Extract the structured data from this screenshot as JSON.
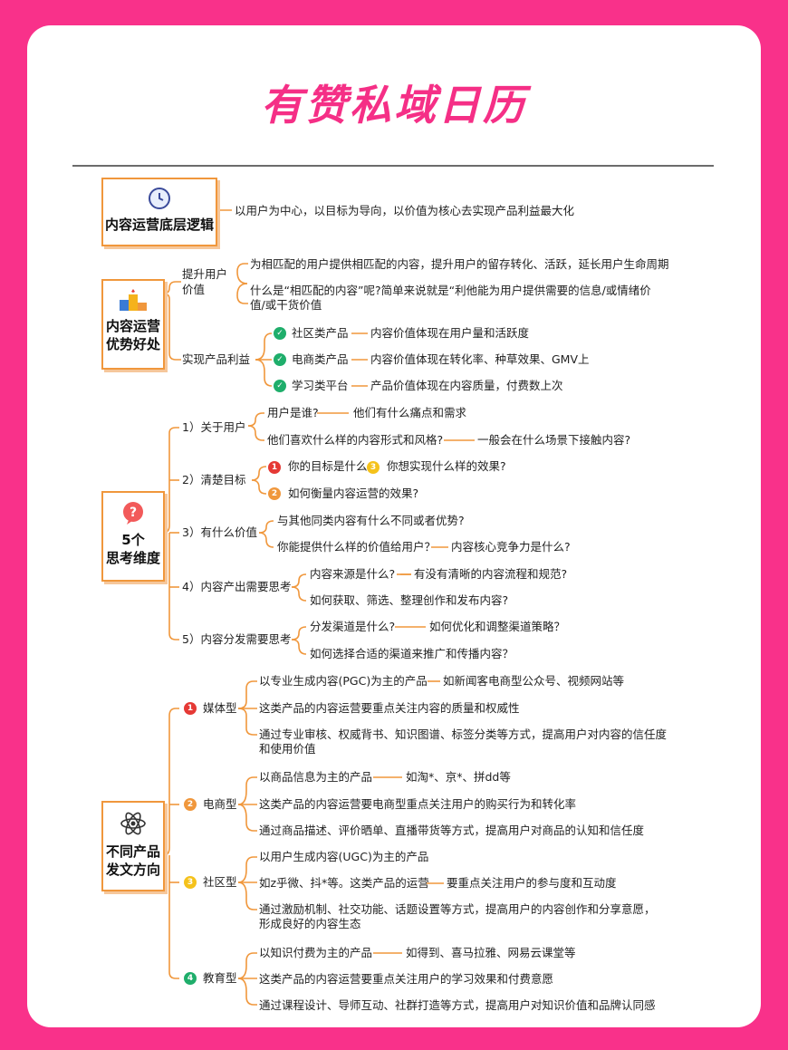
{
  "title": "有赞私域日历",
  "s1": {
    "label": "内容运营底层逻辑",
    "text": "以用户为中心，以目标为导向，以价值为核心去实现产品利益最大化"
  },
  "s2": {
    "label1": "内容运营",
    "label2": "优势好处",
    "b1": "提升用户",
    "b1b": "价值",
    "b1_t1": "为相匹配的用户提供相匹配的内容，提升用户的留存转化、活跃，延长用户生命周期",
    "b1_t2": "什么是“相匹配的内容”呢?简单来说就是“利他能为用户提供需要的信息/或情绪价值/或干货价值",
    "b2": "实现产品利益",
    "items": [
      {
        "name": "社区类产品",
        "desc": "内容价值体现在用户量和活跃度"
      },
      {
        "name": "电商类产品",
        "desc": "内容价值体现在转化率、种草效果、GMV上"
      },
      {
        "name": "学习类平台",
        "desc": "产品价值体现在内容质量，付费数上次"
      }
    ]
  },
  "s3": {
    "label1": "5个",
    "label2": "思考维度",
    "d1": "1）关于用户",
    "d1_a": "用户是谁?",
    "d1_b": "他们有什么痛点和需求",
    "d1_c": "他们喜欢什么样的内容形式和风格?",
    "d1_d": "一般会在什么场景下接触内容?",
    "d2": "2）清楚目标",
    "d2_a": "你的目标是什么",
    "d2_b": "你想实现什么样的效果?",
    "d2_c": "如何衡量内容运营的效果?",
    "n1": "1",
    "n2": "2",
    "n3": "3",
    "d3": "3）有什么价值",
    "d3_a": "与其他同类内容有什么不同或者优势?",
    "d3_b": "你能提供什么样的价值给用户？",
    "d3_c": "内容核心竞争力是什么?",
    "d4": "4）内容产出需要思考",
    "d4_a": "内容来源是什么?",
    "d4_b": "有没有清晰的内容流程和规范?",
    "d4_c": "如何获取、筛选、整理创作和发布内容?",
    "d5": "5）内容分发需要思考",
    "d5_a": "分发渠道是什么?",
    "d5_b": "如何优化和调整渠道策略？",
    "d5_c": "如何选择合适的渠道来推广和传播内容？"
  },
  "s4": {
    "label1": "不同产品",
    "label2": "发文方向",
    "m": "媒体型",
    "m_a": "以专业生成内容(PGC)为主的产品",
    "m_b": "如新闻客电商型公众号、视频网站等",
    "m_c": "这类产品的内容运营要重点关注内容的质量和权威性",
    "m_d": "通过专业审核、权威背书、知识图谱、标签分类等方式，提高用户对内容的信任度和使用价值",
    "e": "电商型",
    "e_a": "以商品信息为主的产品",
    "e_b": "如淘*、京*、拼dd等",
    "e_c": "这类产品的内容运营要电商型重点关注用户的购买行为和转化率",
    "e_d": "通过商品描述、评价晒单、直播带货等方式，提高用户对商品的认知和信任度",
    "c": "社区型",
    "c_a": "以用户生成内容(UGC)为主的产品",
    "c_b": "如z乎微、抖*等。这类产品的运营",
    "c_c": "要重点关注用户的参与度和互动度",
    "c_d": "通过激励机制、社交功能、话题设置等方式，提高用户的内容创作和分享意愿，形成良好的内容生态",
    "ed": "教育型",
    "ed_a": "以知识付费为主的产品",
    "ed_b": "如得到、喜马拉雅、网易云课堂等",
    "ed_c": "这类产品的内容运营要重点关注用户的学习效果和付费意愿",
    "ed_d": "通过课程设计、导师互动、社群打造等方式，提高用户对知识价值和品牌认同感",
    "n1": "1",
    "n2": "2",
    "n3": "3",
    "n4": "4"
  }
}
